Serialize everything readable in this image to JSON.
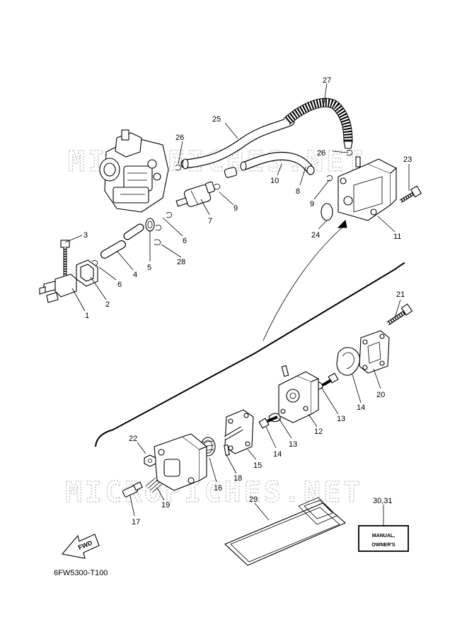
{
  "watermark": "MICROFICHES.NET",
  "diagram_code": "6FW5300-T100",
  "fwd_label": "FWD",
  "owners_manual": {
    "line1": "MANUAL,",
    "line2": "OWNER'S"
  },
  "callouts": {
    "c1": "1",
    "c2": "2",
    "c3": "3",
    "c4": "4",
    "c5": "5",
    "c6a": "6",
    "c6b": "6",
    "c7": "7",
    "c8": "8",
    "c9a": "9",
    "c9b": "9",
    "c10": "10",
    "c11": "11",
    "c12": "12",
    "c13a": "13",
    "c13b": "13",
    "c14a": "14",
    "c14b": "14",
    "c15": "15",
    "c16": "16",
    "c17": "17",
    "c18": "18",
    "c19": "19",
    "c20": "20",
    "c21": "21",
    "c22": "22",
    "c23": "23",
    "c24": "24",
    "c25": "25",
    "c26a": "26",
    "c26b": "26",
    "c27": "27",
    "c28": "28",
    "c29": "29",
    "c3031": "30,31"
  }
}
